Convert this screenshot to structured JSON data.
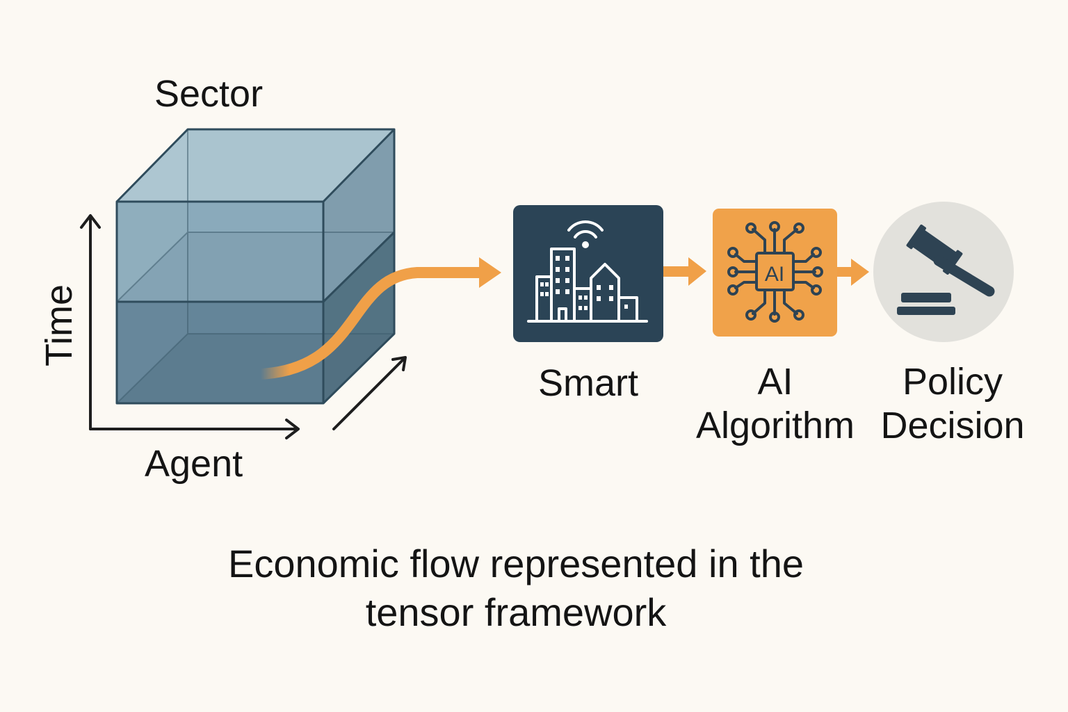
{
  "tensor": {
    "axis_labels": {
      "top": "Sector",
      "left": "Time",
      "bottom": "Agent"
    }
  },
  "pipeline": {
    "stages": [
      {
        "lines": [
          "Smart"
        ],
        "icon": "smart-city-icon"
      },
      {
        "lines": [
          "AI",
          "Algorithm"
        ],
        "icon": "ai-chip-icon",
        "chip_text": "AI"
      },
      {
        "lines": [
          "Policy",
          "Decision"
        ],
        "icon": "gavel-icon"
      }
    ]
  },
  "caption": {
    "line1": "Economic flow represented in the",
    "line2": "tensor framework"
  },
  "colors": {
    "background": "#fcf9f3",
    "cube_front": "#5f8196",
    "cube_side": "#4f6f80",
    "cube_top": "#a9c3cf",
    "cube_edge": "#2f4c5c",
    "flow_orange": "#f0a048",
    "smart_box": "#2b4456",
    "ai_box": "#f0a24a",
    "policy_circle": "#e2e1dc",
    "icon_dark": "#2e4353"
  }
}
